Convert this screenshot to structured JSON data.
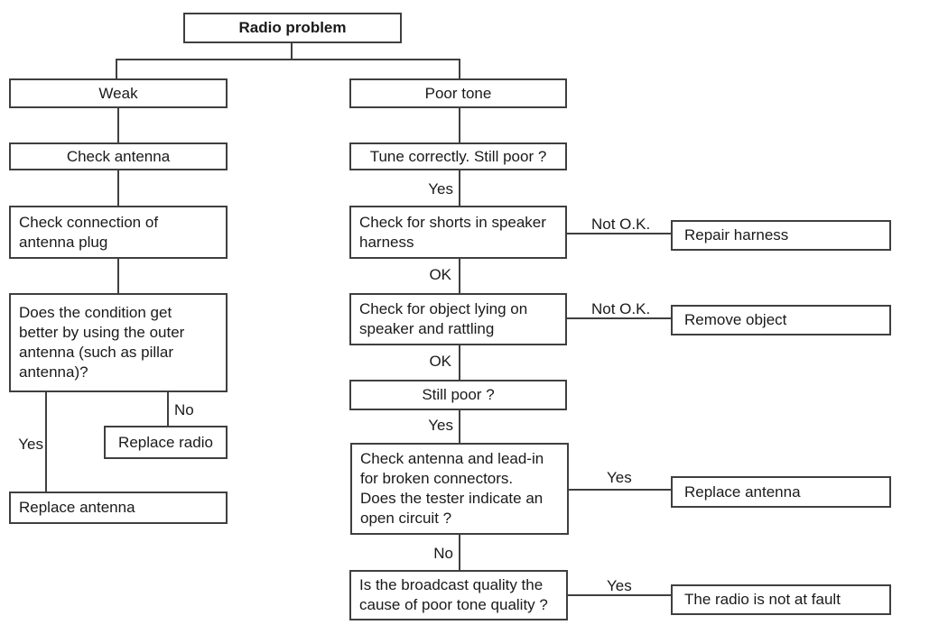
{
  "diagram": {
    "title": "Radio problem",
    "colors": {
      "line": "#3f3f3f",
      "text": "#1a1a1a",
      "background": "#ffffff"
    },
    "nodes": {
      "radio_problem": "Radio problem",
      "weak": "Weak",
      "poor_tone": "Poor tone",
      "check_antenna": "Check antenna",
      "tune_correctly": "Tune correctly. Still poor ?",
      "check_connection": "Check connection of\nantenna plug",
      "check_shorts": "Check for shorts in speaker\nharness",
      "repair_harness": "Repair harness",
      "does_condition": "Does the condition get\nbetter by using the outer\nantenna (such as pillar\nantenna)?",
      "check_object": "Check for object lying on\nspeaker and rattling",
      "remove_object": "Remove object",
      "still_poor": "Still poor ?",
      "replace_radio": "Replace radio",
      "check_leadin": "Check antenna and lead-in\nfor broken connectors.\nDoes the tester indicate an\nopen circuit ?",
      "replace_antenna_left": "Replace antenna",
      "replace_antenna_right": "Replace antenna",
      "is_broadcast": "Is the broadcast quality the\ncause of poor tone quality ?",
      "radio_not_fault": "The radio is not at fault"
    },
    "labels": {
      "yes_left": "Yes",
      "no_left": "No",
      "yes_tune": "Yes",
      "ok_shorts": "OK",
      "ok_object": "OK",
      "yes_still": "Yes",
      "no_leadin": "No",
      "notok_shorts": "Not O.K.",
      "notok_object": "Not O.K.",
      "yes_leadin": "Yes",
      "yes_broadcast": "Yes"
    }
  }
}
